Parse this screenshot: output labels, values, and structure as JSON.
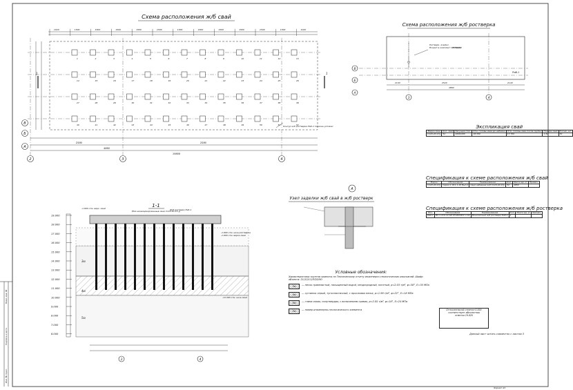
{
  "titles": {
    "pile_plan": "Схема расположения ж/б свай",
    "grillage_plan": "Схема расположения ж/б ростверка",
    "section": "1-1",
    "section_sub": "(Все незамаркированные сваи С120.40-13-у)",
    "node": "Узел заделки ж/б свай в ж/б ростверк",
    "node_mark": "А",
    "legend": "Условные обозначения:",
    "soil_char": "Характеристики грунтов приняты по Техническому отчету инженерно-геологических изысканий. Шифр объекта: 21/12/11/ЛЛ/ОЭО"
  },
  "axes": {
    "letters_left": [
      "В",
      "Б",
      "А"
    ],
    "numbers_bottom": [
      "2",
      "3",
      "4"
    ],
    "grillage_letters": [
      "В",
      "Б",
      "А"
    ],
    "grillage_numbers": [
      "3",
      "4"
    ]
  },
  "pile_numbers": {
    "row1": [
      "1",
      "2",
      "3",
      "4",
      "5",
      "6",
      "7",
      "8",
      "9",
      "10",
      "11",
      "12",
      "13"
    ],
    "row2": [
      "14",
      "15",
      "16",
      "17",
      "18",
      "19",
      "20",
      "21",
      "22",
      "23",
      "24",
      "25",
      "26"
    ],
    "row3": [
      "27",
      "28",
      "29",
      "30",
      "31",
      "32",
      "33",
      "34",
      "35",
      "36",
      "37",
      "38",
      "39"
    ],
    "row4": [
      "40",
      "41",
      "42",
      "43",
      "44",
      "45",
      "46",
      "47",
      "48",
      "49",
      "50",
      "51",
      "52"
    ]
  },
  "dims": {
    "top": [
      "1020",
      "1500",
      "1500",
      "1500",
      "1500",
      "1500",
      "1500",
      "1500",
      "1500",
      "1500",
      "1500",
      "1500",
      "1020"
    ],
    "bottom_main": [
      "2580",
      "2580",
      "4860",
      "19800"
    ],
    "grillage_bottom": [
      "2100",
      "2520",
      "4860",
      "2140"
    ]
  },
  "pile_plan_callout": "Контур ж/б ростверка Рмб-1 показан условно",
  "grillage_callout": [
    "Ростверк- ячейки",
    "Входит в комплект поставки",
    "ГВЛ0480"
  ],
  "grillage_mark": "Рмб-1",
  "elevations": [
    "19.000",
    "18.000",
    "17.000",
    "16.000",
    "15.000",
    "14.000",
    "13.000",
    "12.000",
    "11.000",
    "10.000",
    "9.000",
    "8.000",
    "7.000",
    "6.000"
  ],
  "soil_layers": [
    "3ю",
    "4ю",
    "5ю"
  ],
  "section_labels": {
    "grillage": "Ж/б ростверк Рмб-1",
    "level_bottom": "-1.600 отм. низа ростверка",
    "level_pile": "-1.900 отм. верха свай",
    "left_top": "-1.600 отм. верх. свай",
    "pile_tip": "-13.300 отм. низа свай"
  },
  "tables": {
    "piles_expl": {
      "title": "Экспликация свай",
      "headers": [
        "Марка сваи",
        "Кол. свай",
        "Несущая спос.",
        "Отм. головы сваи до забивки",
        "Отм. головы сваи после срубки",
        "Номера свай",
        "Кол-во, шт"
      ],
      "row": [
        "С120.40-13у",
        "52",
        "4000/400",
        "18.300",
        "17.700",
        "1-52",
        "52"
      ]
    },
    "spec_piles": {
      "title": "Спецификация к схеме расположения ж/б свай",
      "headers": [
        "Марка",
        "Обозначение",
        "Наименование",
        "Кол.",
        "Масса ед. кг",
        "Примеч."
      ],
      "row": [
        "С120.40-13у",
        "Серия 1.011.1-10 Вып.1",
        "Свая забивная ж/б С120.40-13у",
        "52",
        "4850",
        ""
      ]
    },
    "spec_grillage": {
      "title": "Спецификация к схеме расположения ж/б ростверка",
      "headers": [
        "Поз.",
        "Обозначение",
        "Наименование",
        "Кол.",
        "Масса ед. кг",
        "Примеч."
      ],
      "row": [
        "Рмб-1",
        "ВС-1-210-12-КР.ЗН-ВМ-ВСС.1.02",
        "Монолитный ж/б ростверк Рмб-1",
        "1",
        "",
        ""
      ]
    }
  },
  "legend_items": [
    {
      "mark": "3ю",
      "text": "— песок гравелистый, насыщенный водой, неоднородный, плотный, ρ=2.03 т/м³, φ=38°, Е=35 МПа"
    },
    {
      "mark": "4ю",
      "text": "— суглинок серый, тугопластичный, с прослоями песка, ρ=1.98 т/м³, φ=22°, Е=18 МПа"
    },
    {
      "mark": "5ю",
      "text": "— глина серая, полутвердая, с включением гравия, ρ=2.05 т/м³, φ=18°, Е=24 МПа"
    },
    {
      "mark": "2ю",
      "text": "— номер инженерно-геологического элемента"
    }
  ],
  "notes": {
    "stamp": [
      "Относительной отметке 0.000",
      "соответствует абсолютная",
      "отметка 19.820"
    ],
    "footer": "Данный лист читать совместно с листом 3",
    "sheet_no": "Формат А3"
  },
  "side_strip": [
    "Взам. инв. №",
    "Подпись и дата",
    "Инв. № подл."
  ]
}
